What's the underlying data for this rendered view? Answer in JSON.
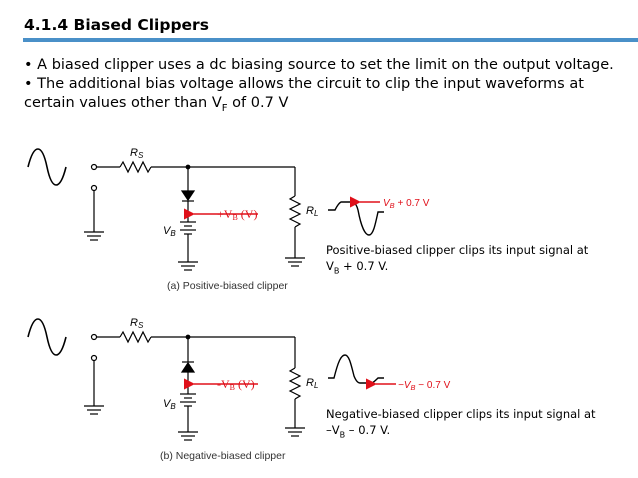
{
  "title": "4.1.4 Biased Clippers",
  "bullets": [
    {
      "prefix": "• ",
      "text": "A biased clipper uses a dc biasing source to set the limit on the output voltage."
    },
    {
      "prefix": "• ",
      "text_main": "The additional bias voltage allows the circuit to clip the input waveforms at certain values other than V",
      "sub": "F",
      "text_tail": " of 0.7 V"
    }
  ],
  "circuits": {
    "positive": {
      "rs_label": "R",
      "rs_sub": "S",
      "rl_label": "R",
      "rl_sub": "L",
      "vb_label": "V",
      "vb_sub": "B",
      "bias_arrow_label": "+V",
      "bias_arrow_sub": "B",
      "bias_arrow_tail": " (V)",
      "out_label_main": "V",
      "out_label_sub": "B",
      "out_label_tail": " + 0.7 V",
      "caption": "(a) Positive-biased clipper",
      "note_line1": "Positive-biased clipper clips its input signal at",
      "note_line2_main": "V",
      "note_line2_sub": "B",
      "note_line2_tail": " + 0.7 V."
    },
    "negative": {
      "rs_label": "R",
      "rs_sub": "S",
      "rl_label": "R",
      "rl_sub": "L",
      "vb_label": "V",
      "vb_sub": "B",
      "bias_arrow_label": "-V",
      "bias_arrow_sub": "B",
      "bias_arrow_tail": " (V)",
      "out_label_main": "−V",
      "out_label_sub": "B",
      "out_label_tail": " − 0.7 V",
      "caption": "(b) Negative-biased clipper",
      "note_line1": "Negative-biased clipper clips its input signal at",
      "note_line2_main": "–V",
      "note_line2_sub": "B",
      "note_line2_tail": " – 0.7 V."
    }
  },
  "colors": {
    "accent_rule": "#4a90c8",
    "arrow": "#e0101a",
    "wire": "#000000"
  }
}
